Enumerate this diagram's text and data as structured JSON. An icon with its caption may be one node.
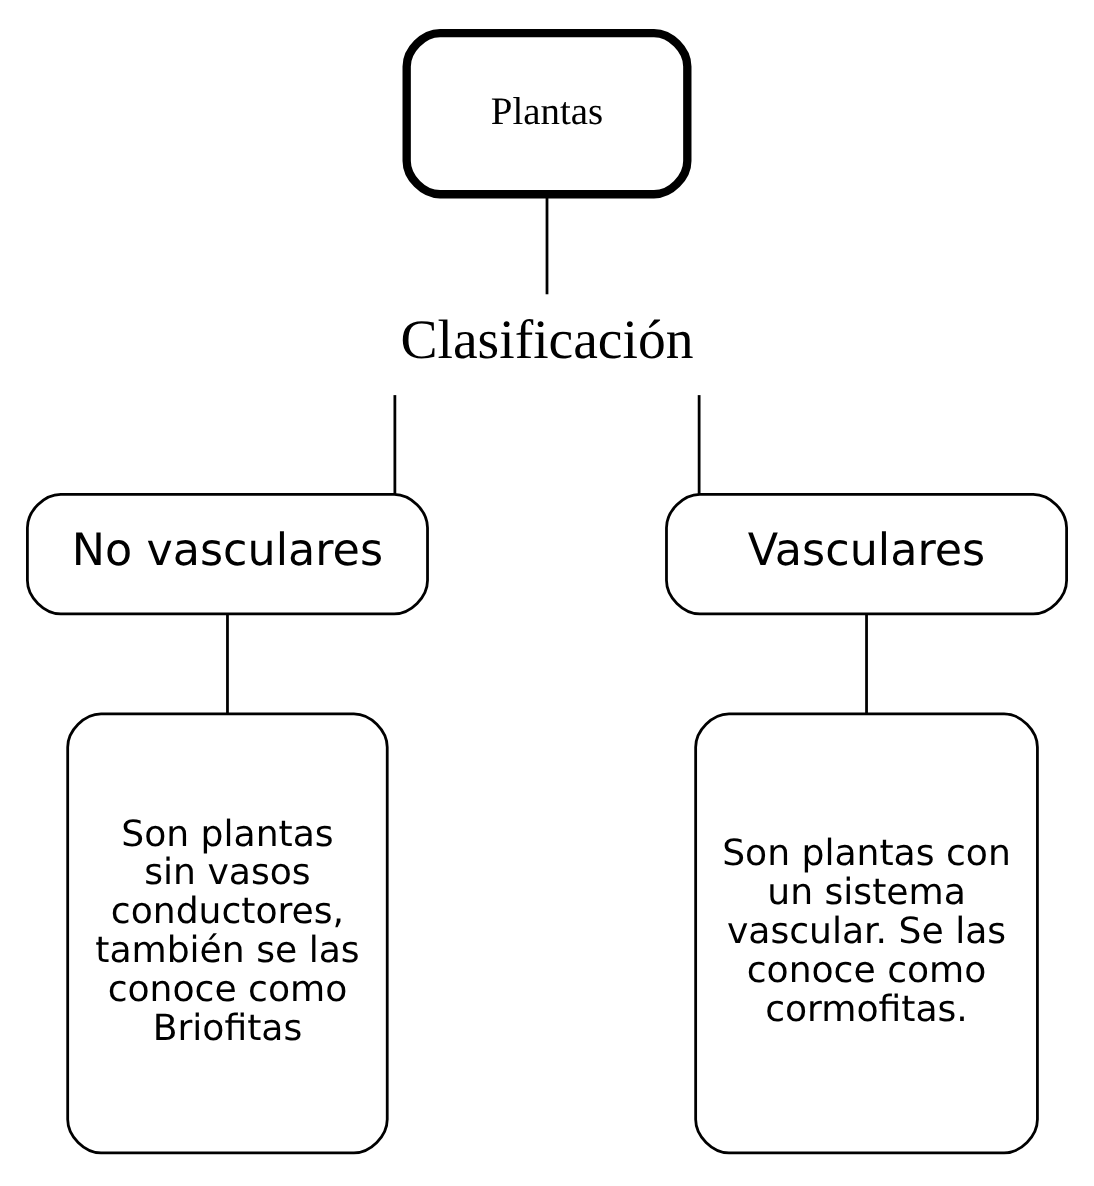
{
  "diagram": {
    "nodes": [
      {
        "text": [
          "Plantas"
        ]
      },
      {
        "text": [
          "Clasificación"
        ]
      },
      {
        "text": [
          "No vasculares"
        ]
      },
      {
        "text": [
          "Vasculares"
        ]
      },
      {
        "text": [
          "Son plantas sin vasos conductores, también se las conoce como Briofitas"
        ]
      },
      {
        "text": [
          "Son plantas con un sistema vascular. Se las conoce como cormofitas."
        ]
      }
    ],
    "edges": [
      {
        "from": 0,
        "to": 1,
        "arrow": "none"
      },
      {
        "from": 1,
        "to": 2,
        "arrow": "none"
      },
      {
        "from": 1,
        "to": 3,
        "arrow": "none"
      },
      {
        "from": 2,
        "to": 4,
        "arrow": "none"
      },
      {
        "from": 3,
        "to": 5,
        "arrow": "none"
      }
    ]
  }
}
